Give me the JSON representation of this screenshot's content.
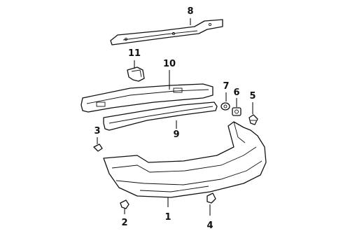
{
  "callouts": [
    {
      "id": "c8",
      "label": "8"
    },
    {
      "id": "c11",
      "label": "11"
    },
    {
      "id": "c10",
      "label": "10"
    },
    {
      "id": "c7",
      "label": "7"
    },
    {
      "id": "c6",
      "label": "6"
    },
    {
      "id": "c5",
      "label": "5"
    },
    {
      "id": "c3",
      "label": "3"
    },
    {
      "id": "c9",
      "label": "9"
    },
    {
      "id": "c2",
      "label": "2"
    },
    {
      "id": "c1",
      "label": "1"
    },
    {
      "id": "c4",
      "label": "4"
    }
  ]
}
